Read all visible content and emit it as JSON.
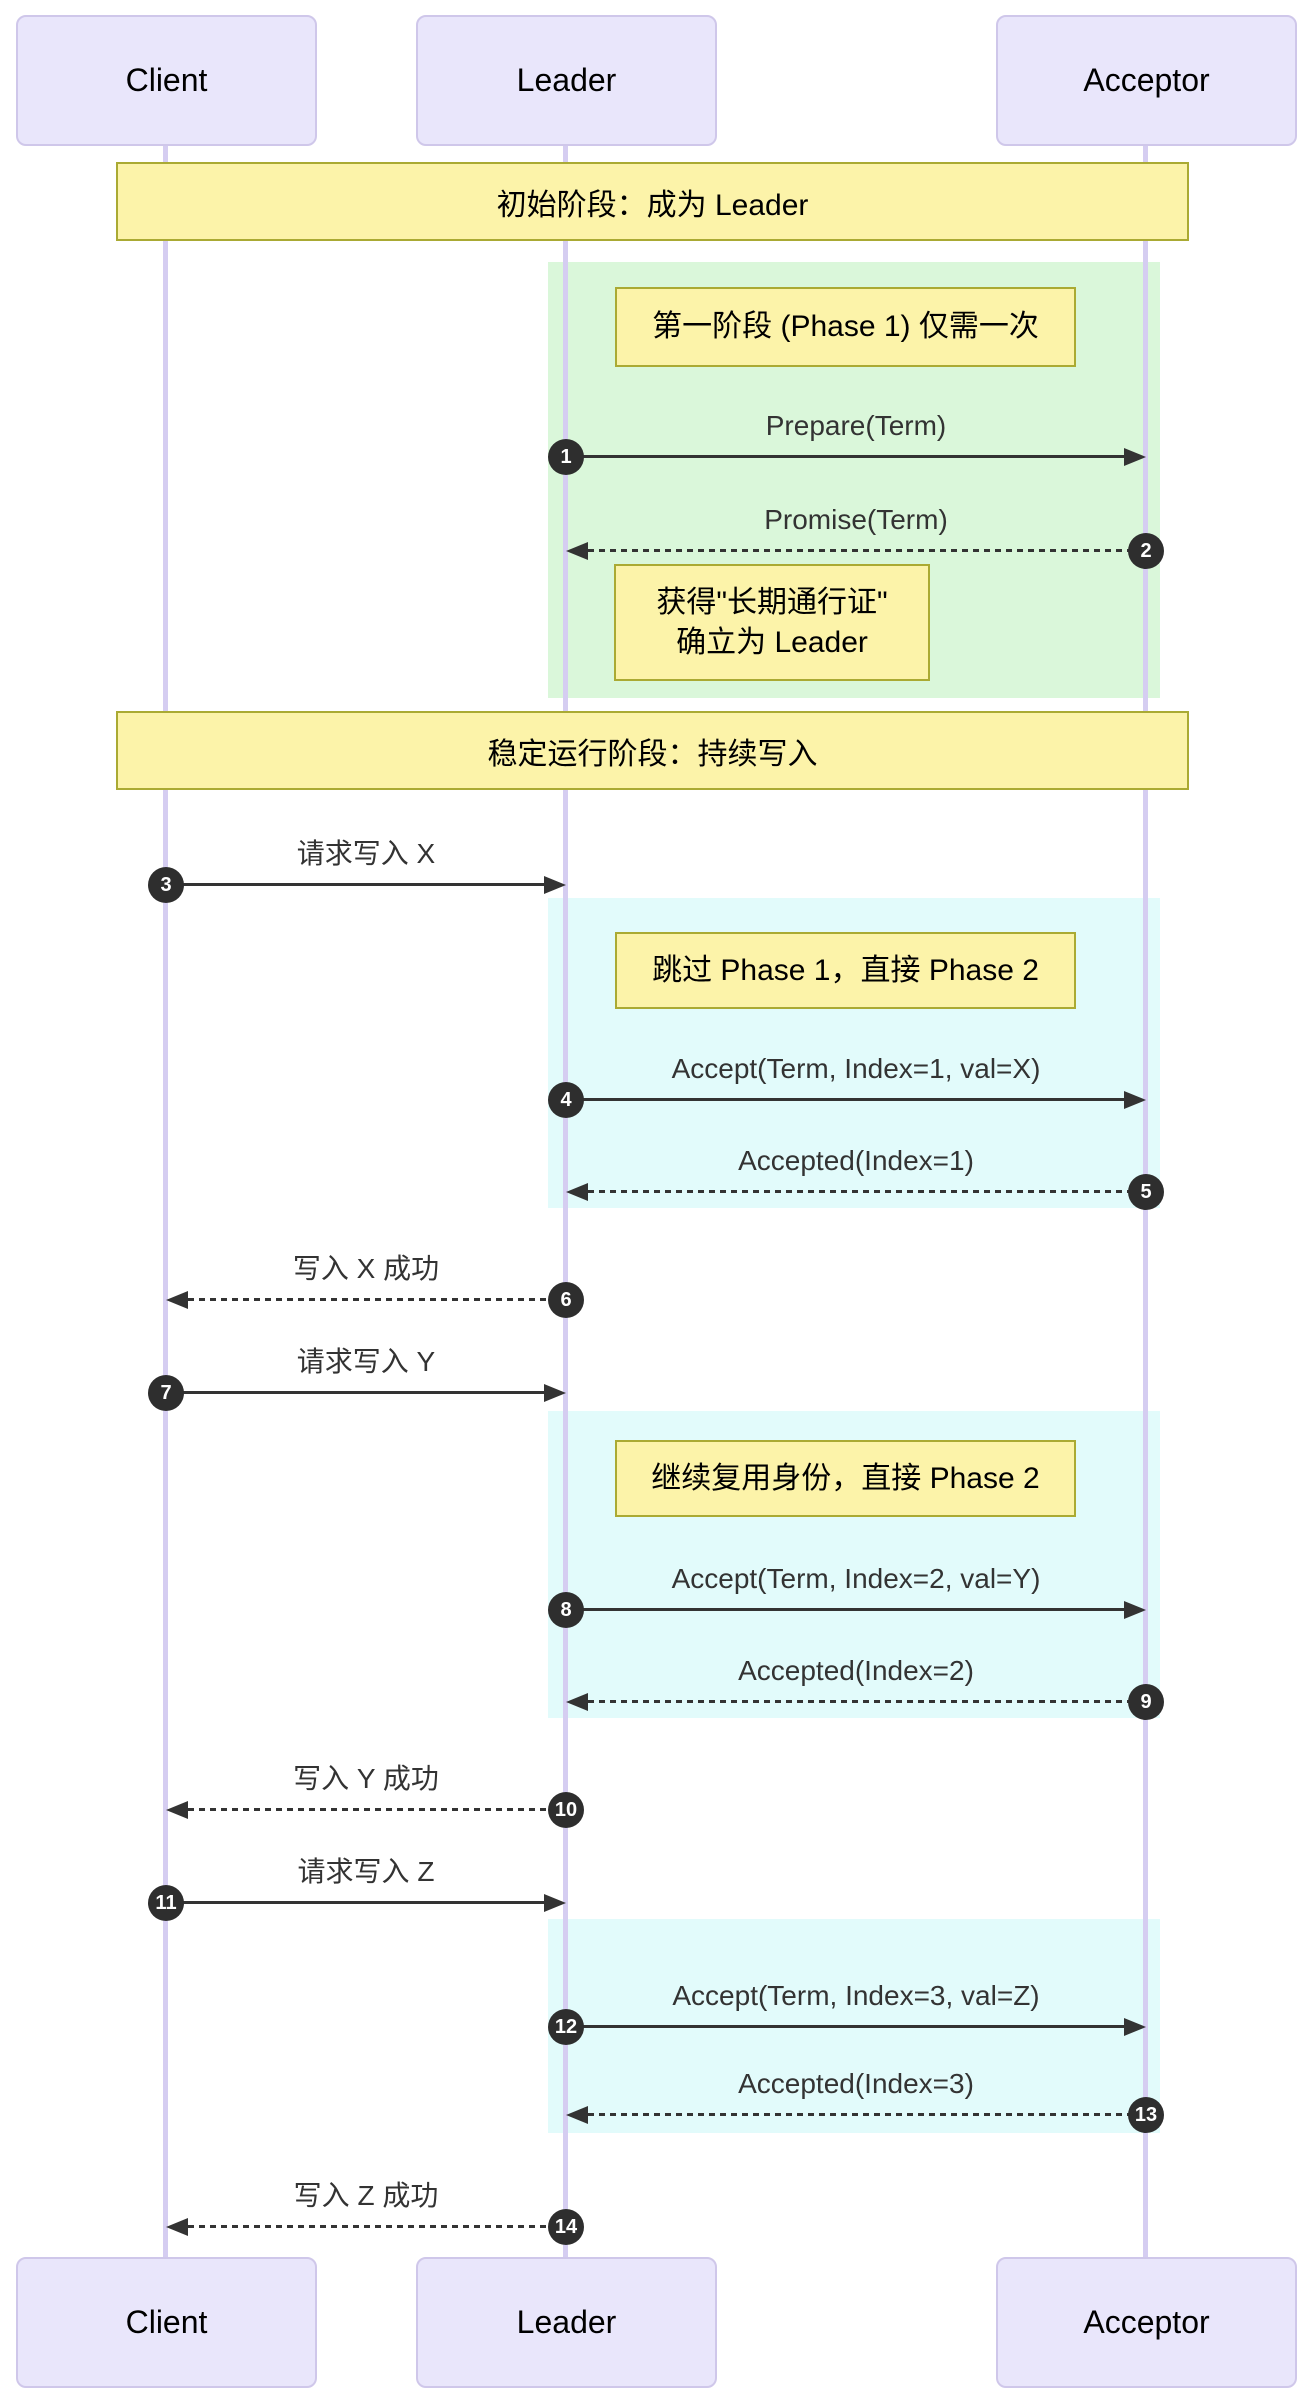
{
  "actors": {
    "client": "Client",
    "leader": "Leader",
    "acceptor": "Acceptor"
  },
  "banners": {
    "phase_init": "初始阶段：成为 Leader",
    "phase_steady": "稳定运行阶段：持续写入"
  },
  "notes": {
    "phase1_once": "第一阶段 (Phase 1) 仅需一次",
    "pass_line1": "获得\"长期通行证\"",
    "pass_line2": "确立为 Leader",
    "skip_phase1": "跳过 Phase 1，直接 Phase 2",
    "reuse_identity": "继续复用身份，直接 Phase 2"
  },
  "messages": [
    {
      "num": "1",
      "label": "Prepare(Term)",
      "from": "Leader",
      "to": "Acceptor",
      "line": "solid"
    },
    {
      "num": "2",
      "label": "Promise(Term)",
      "from": "Acceptor",
      "to": "Leader",
      "line": "dashed"
    },
    {
      "num": "3",
      "label": "请求写入 X",
      "from": "Client",
      "to": "Leader",
      "line": "solid"
    },
    {
      "num": "4",
      "label": "Accept(Term, Index=1, val=X)",
      "from": "Leader",
      "to": "Acceptor",
      "line": "solid"
    },
    {
      "num": "5",
      "label": "Accepted(Index=1)",
      "from": "Acceptor",
      "to": "Leader",
      "line": "dashed"
    },
    {
      "num": "6",
      "label": "写入 X 成功",
      "from": "Leader",
      "to": "Client",
      "line": "dashed"
    },
    {
      "num": "7",
      "label": "请求写入 Y",
      "from": "Client",
      "to": "Leader",
      "line": "solid"
    },
    {
      "num": "8",
      "label": "Accept(Term, Index=2, val=Y)",
      "from": "Leader",
      "to": "Acceptor",
      "line": "solid"
    },
    {
      "num": "9",
      "label": "Accepted(Index=2)",
      "from": "Acceptor",
      "to": "Leader",
      "line": "dashed"
    },
    {
      "num": "10",
      "label": "写入 Y 成功",
      "from": "Leader",
      "to": "Client",
      "line": "dashed"
    },
    {
      "num": "11",
      "label": "请求写入 Z",
      "from": "Client",
      "to": "Leader",
      "line": "solid"
    },
    {
      "num": "12",
      "label": "Accept(Term, Index=3, val=Z)",
      "from": "Leader",
      "to": "Acceptor",
      "line": "solid"
    },
    {
      "num": "13",
      "label": "Accepted(Index=3)",
      "from": "Acceptor",
      "to": "Leader",
      "line": "dashed"
    },
    {
      "num": "14",
      "label": "写入 Z 成功",
      "from": "Leader",
      "to": "Client",
      "line": "dashed"
    }
  ],
  "colors": {
    "actor_fill": "#E9E6FB",
    "actor_border": "#CFC7EA",
    "lifeline": "#D5CDF1",
    "banner_fill": "#FCF3A9",
    "banner_border": "#AAAA33",
    "note_fill": "#FCF3A9",
    "note_border": "#AAAA33",
    "phase1_region_bg": "#DAF7DA",
    "phase2_region_bg": "#E2FBFB",
    "arrow": "#333333",
    "seq_badge": "#2E2E2E"
  }
}
